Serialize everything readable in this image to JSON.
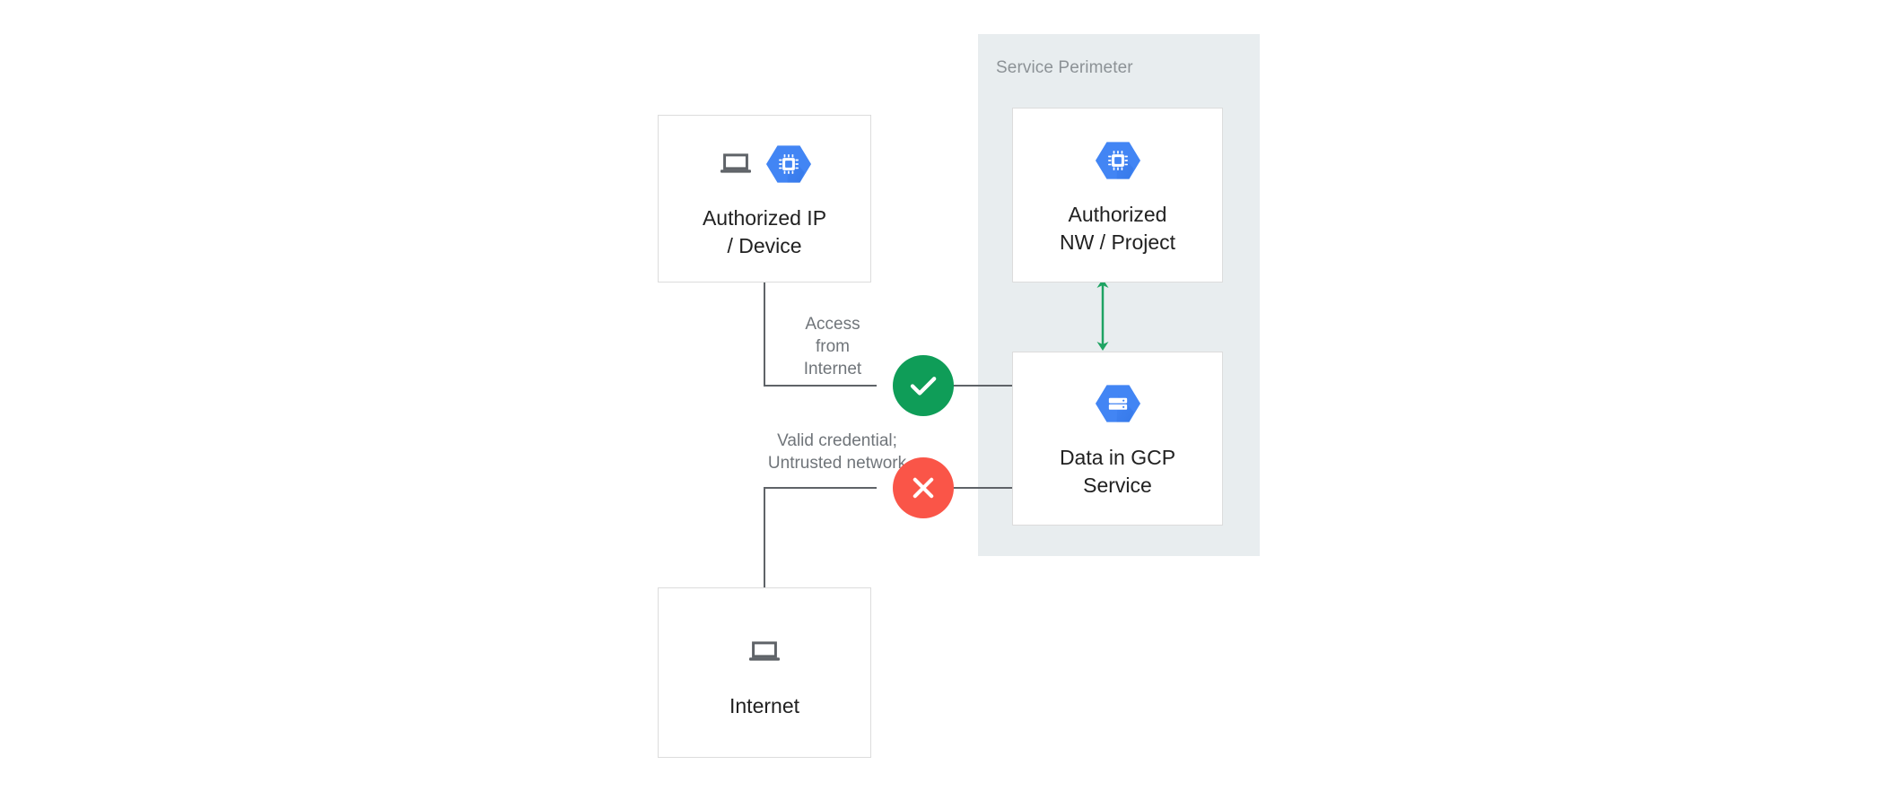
{
  "diagram": {
    "title": "GCP Service Perimeter access control",
    "perimeter": {
      "label": "Service Perimeter",
      "background_color": "#e8edef",
      "label_color": "#8c9296"
    },
    "nodes": [
      {
        "id": "authorized-device",
        "label": "Authorized IP\n/ Device",
        "icons": [
          "laptop-icon",
          "compute-engine-hexagon-icon"
        ],
        "inside_perimeter": false
      },
      {
        "id": "authorized-nw",
        "label": "Authorized\nNW / Project",
        "icons": [
          "compute-engine-hexagon-icon"
        ],
        "inside_perimeter": true
      },
      {
        "id": "data-gcp-service",
        "label": "Data in GCP\nService",
        "icons": [
          "cloud-storage-hexagon-icon"
        ],
        "inside_perimeter": true
      },
      {
        "id": "internet",
        "label": "Internet",
        "icons": [
          "laptop-icon"
        ],
        "inside_perimeter": false
      }
    ],
    "connectors": [
      {
        "id": "allowed-path",
        "from": "authorized-device",
        "to": "data-gcp-service",
        "label": "Access\nfrom\nInternet",
        "status": "allow",
        "badge_glyph": "check-icon",
        "badge_color": "#0f9d58"
      },
      {
        "id": "denied-path",
        "from": "internet",
        "to": "data-gcp-service",
        "label": "Valid credential;\nUntrusted network",
        "status": "deny",
        "badge_glyph": "close-icon",
        "badge_color": "#fa5548"
      },
      {
        "id": "internal-path",
        "from": "authorized-nw",
        "to": "data-gcp-service",
        "label": "",
        "status": "bidirectional",
        "badge_glyph": "double-arrow-icon",
        "badge_color": "#0f9d58"
      }
    ],
    "colors": {
      "line": "#5f6368",
      "box_border": "#dcdcdc",
      "box_fill": "#ffffff",
      "text": "#212121",
      "caption_text": "#70757a",
      "gcp_blue": "#4285f4",
      "allow_green": "#0f9d58",
      "deny_red": "#fa5548",
      "arrow_green": "#1ea362"
    }
  }
}
